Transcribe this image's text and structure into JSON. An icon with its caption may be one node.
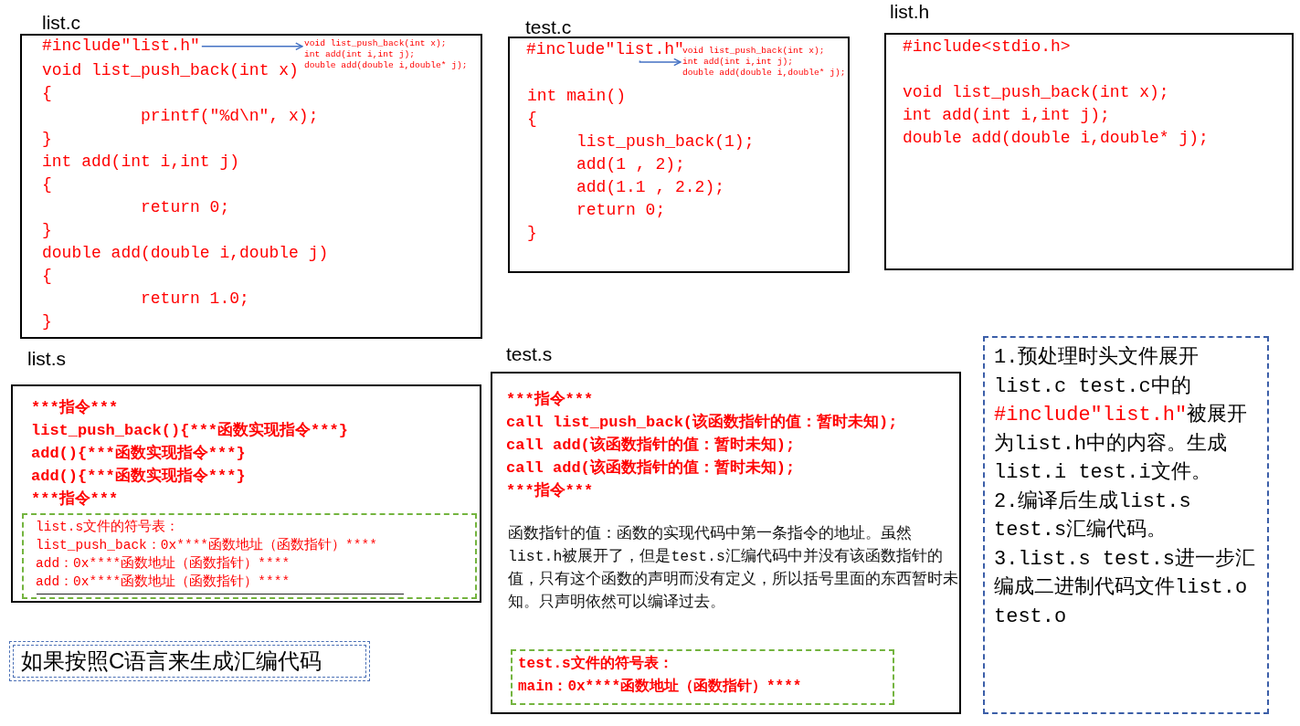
{
  "diagram": {
    "nodes": [
      {
        "text": [
          "list.c",
          "void list_push_back(int x)",
          "{",
          "printf(″%d\\n″, x);",
          "}",
          "int add(int i,int j)",
          "{",
          "return 0;",
          "}",
          "double add(double i,double j)",
          "{",
          "return 1.0;",
          "}"
        ]
      },
      {
        "text": [
          "#include″list.h″"
        ],
        "in": 0
      },
      {
        "text": [
          "void list_push_back(int x);",
          "int add(int i,int j);",
          "double add(double i,double* j);"
        ],
        "in": 0
      },
      {
        "text": [
          "test.c",
          "int main()",
          "{",
          "list_push_back(1);",
          "add(1 , 2);",
          "add(1.1 , 2.2);",
          "return 0;",
          "}"
        ]
      },
      {
        "text": [
          "#include″list.h″"
        ],
        "in": 3
      },
      {
        "text": [
          "void list_push_back(int x);",
          "int add(int i,int j);",
          "double add(double i,double* j);"
        ],
        "in": 3
      },
      {
        "text": [
          "list.h",
          "#include<stdio.h>",
          "void list_push_back(int x);",
          "int add(int i,int j);",
          "double add(double i,double* j);"
        ]
      },
      {
        "text": [
          "list.s",
          "***指令***",
          "list_push_back(){***函数实现指令***}",
          "add(){***函数实现指令***}",
          "add(){***函数实现指令***}",
          "***指令***"
        ]
      },
      {
        "text": [
          "list.s文件的符号表：",
          "list_push_back：0x****函数地址（函数指针）****",
          "add：0x****函数地址（函数指针）****",
          "add：0x****函数地址（函数指针）****"
        ],
        "in": 7
      },
      {
        "text": [
          "test.s",
          "***指令***",
          "call list_push_back(该函数指针的值：暂时未知);",
          "call add(该函数指针的值：暂时未知);",
          "call add(该函数指针的值：暂时未知);",
          "***指令***",
          "函数指针的值：函数的实现代码中第一条指令的地址。虽然list.h被展开了，但是test.s汇编代码中并没有该函数指针的值，只有这个函数的声明而没有定义，所以括号里面的东西暂时未知。只声明依然可以编译过去。"
        ]
      },
      {
        "text": [
          "test.s文件的符号表：",
          "main：0x****函数地址（函数指针）****"
        ],
        "in": 9
      },
      {
        "text": [
          "1.预处理时头文件展开list.c test.c中的",
          "#include″list.h″",
          "被展开为list.h中的内容。生成list.i test.i文件。",
          "2.编译后生成list.s test.s汇编代码。",
          "3.list.s test.s进一步汇编成二进制代码文件list.o test.o"
        ]
      },
      {
        "text": [
          "如果按照C语言来生成汇编代码"
        ]
      }
    ],
    "edges": [
      {
        "from": 1,
        "to": 2,
        "arrow": "to"
      },
      {
        "from": 4,
        "to": 5,
        "arrow": "to"
      }
    ]
  }
}
